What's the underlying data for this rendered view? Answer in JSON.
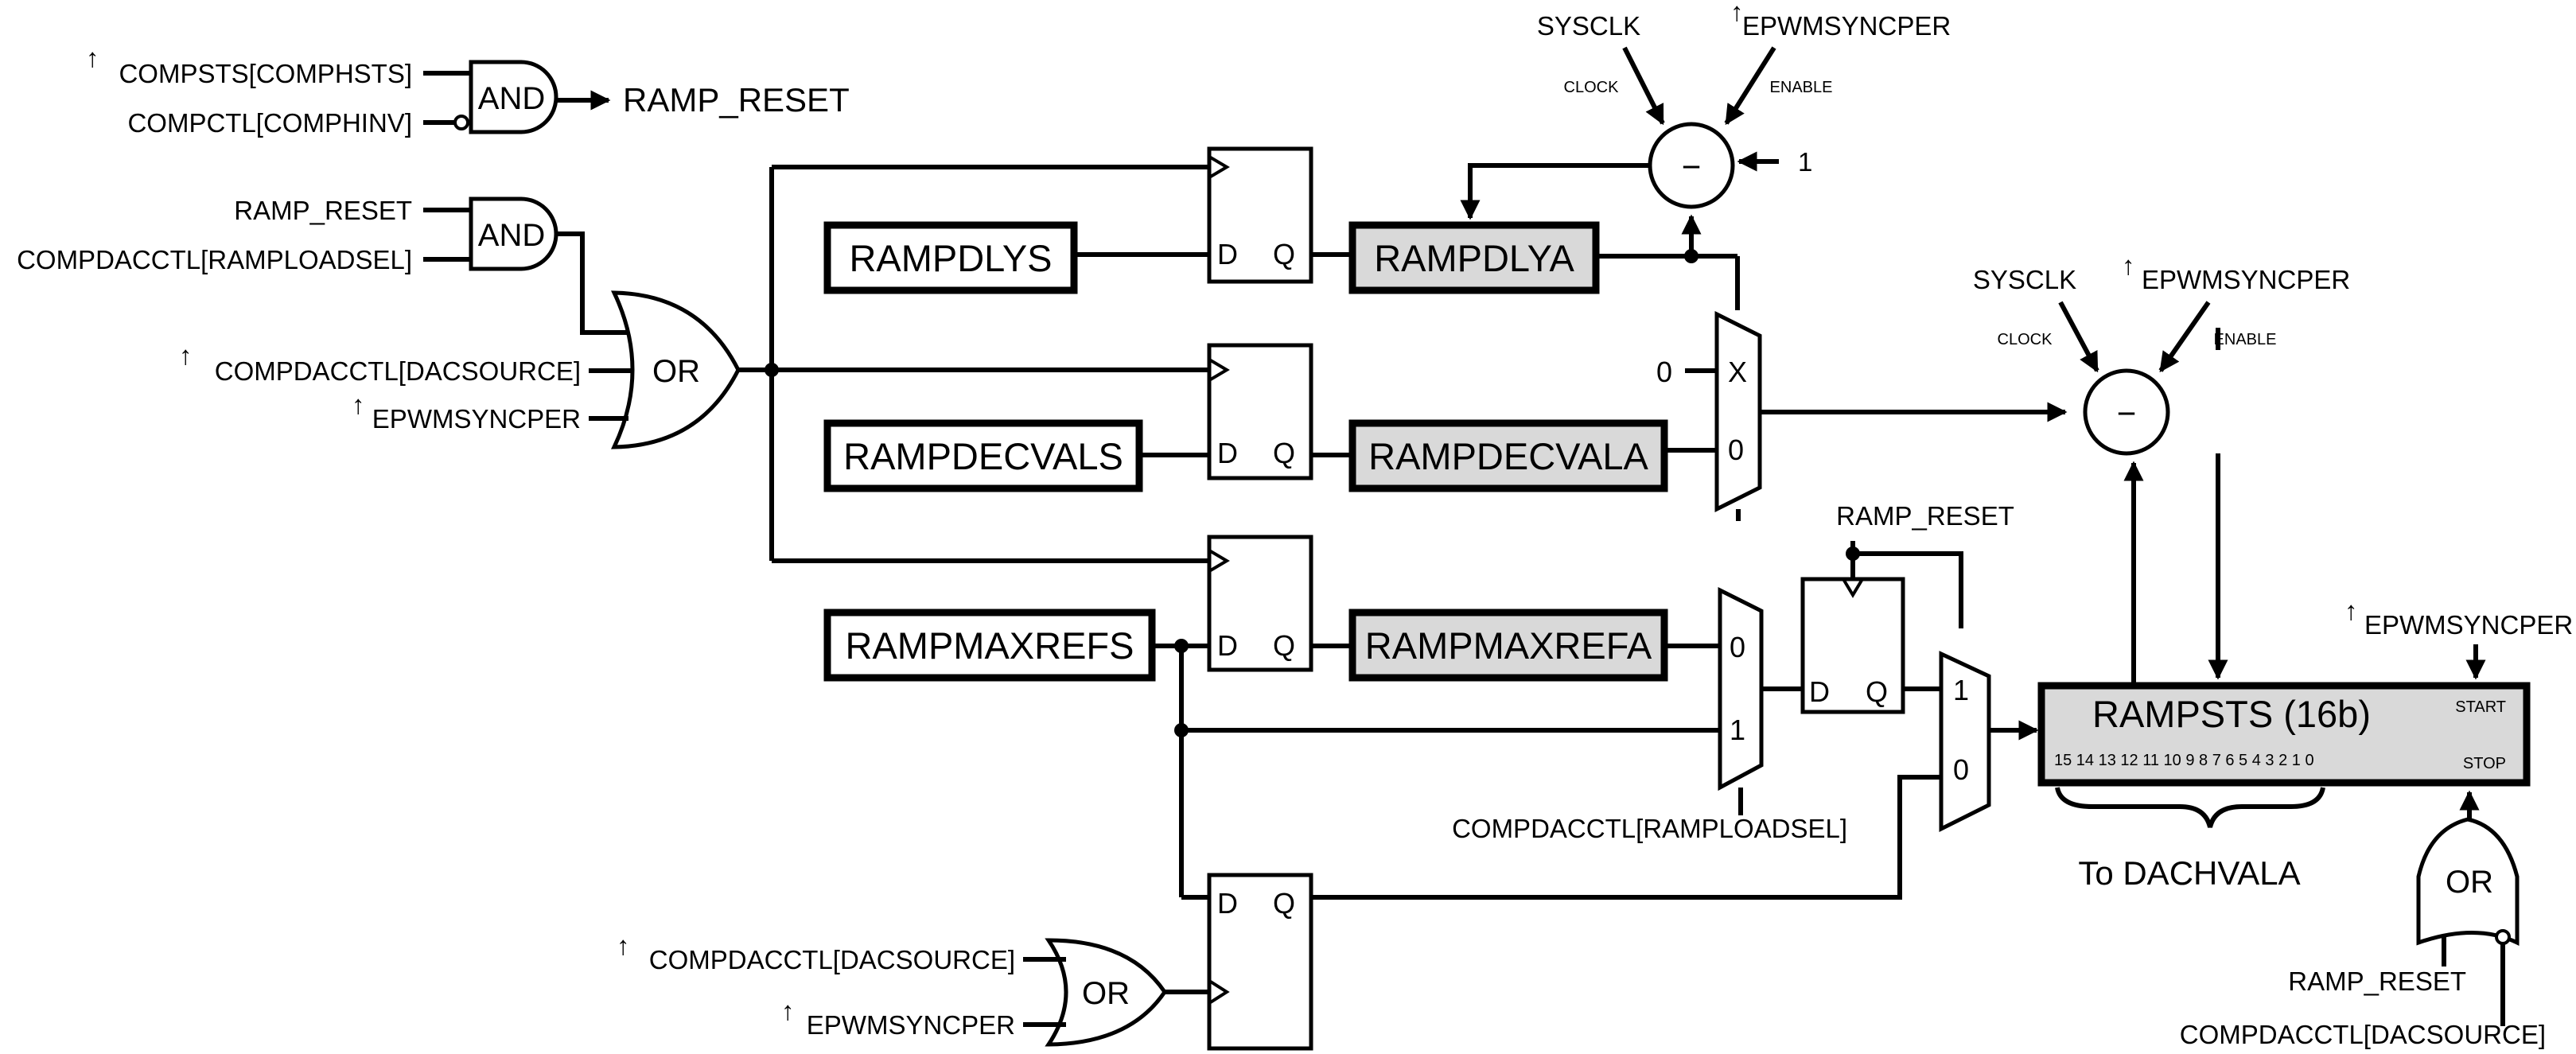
{
  "labels": {
    "compsts_comphsts": "COMPSTS[COMPHSTS]",
    "compctl_comphinv": "COMPCTL[COMPHINV]",
    "ramp_reset": "RAMP_RESET",
    "compdacctl_rampload": "COMPDACCTL[RAMPLOADSEL]",
    "compdacctl_dacsource": "COMPDACCTL[DACSOURCE]",
    "epwmsyncper": "EPWMSYNCPER",
    "sysclk": "SYSCLK",
    "clock": "CLOCK",
    "enable": "ENABLE",
    "one": "1",
    "zero": "0",
    "x": "X",
    "minus": "−",
    "to_dachvala": "To DACHVALA",
    "start": "START",
    "stop": "STOP",
    "arrow_up": "↑"
  },
  "gates": {
    "and": "AND",
    "or": "OR"
  },
  "registers": {
    "rampdlys": "RAMPDLYS",
    "rampdlya": "RAMPDLYA",
    "rampdecvals": "RAMPDECVALS",
    "rampdecvala": "RAMPDECVALA",
    "rampmaxrefs": "RAMPMAXREFS",
    "rampmaxrefa": "RAMPMAXREFA",
    "rampsts": "RAMPSTS (16b)"
  },
  "ff_pins": {
    "d": "D",
    "q": "Q"
  },
  "mux_inputs": {
    "one": "1",
    "zero": "0"
  },
  "rampsts_bits": "15 14 13 12 11 10  9  8  7  6  5  4   3  2  1  0"
}
